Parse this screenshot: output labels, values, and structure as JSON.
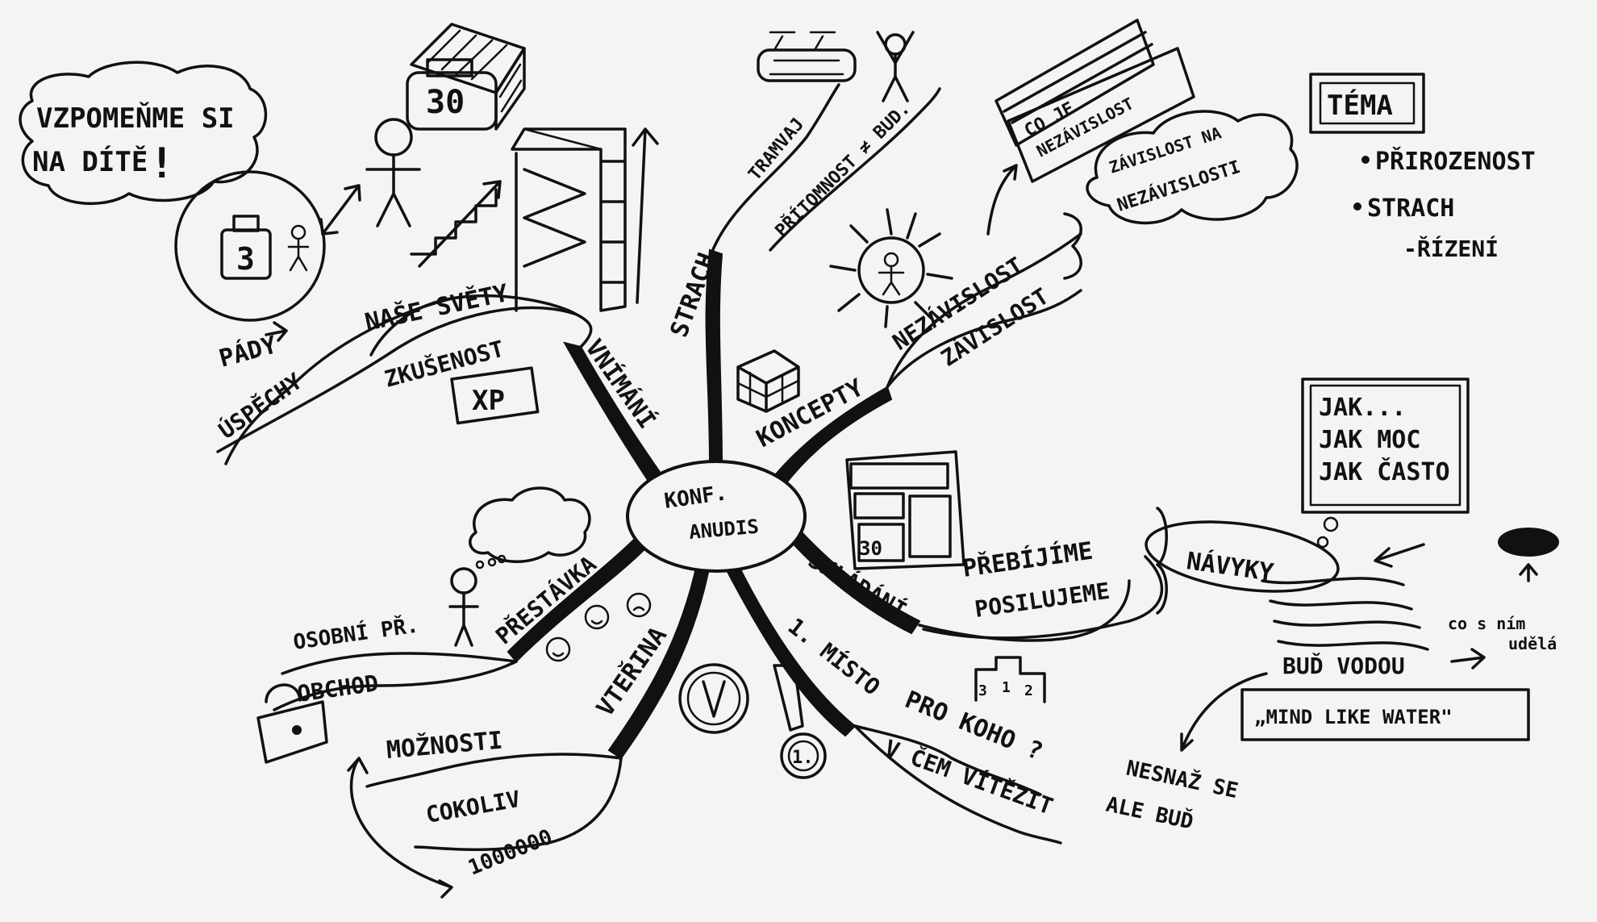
{
  "center": {
    "line1": "KONF.",
    "line2": "ANUDIS"
  },
  "top_left": {
    "bubble_line1": "VZPOMEŇME SI",
    "bubble_line2": "NA DÍTĚ",
    "bubble_mark": "!",
    "weight_small": "3",
    "weight_big": "30"
  },
  "branches": {
    "vnimani": {
      "label": "VNÍMÁNÍ",
      "nase_svety": "NAŠE SVĚTY",
      "zkusenost": "ZKUŠENOST",
      "xp": "XP",
      "pady": "PÁDY",
      "uspechy": "ÚSPĚCHY"
    },
    "strach": {
      "label": "STRACH",
      "tramvaj": "TRAMVAJ",
      "pritomnost": "PŘÍTOMNOST ≠ BUD.",
      "koncepty": "KONCEPTY",
      "nezavislost": "NEZÁVISLOST",
      "zavislost": "ZÁVISLOST",
      "co_je": "CO JE",
      "co_je_2": "NEZÁVISLOST",
      "cloud_line1": "ZÁVISLOST NA",
      "cloud_line2": "NEZÁVISLOSTI"
    },
    "tema": {
      "title": "TÉMA",
      "items": [
        "PŘIROZENOST",
        "STRACH",
        "-ŘÍZENÍ"
      ]
    },
    "skladani": {
      "label": "SKLÁDÁNÍ",
      "prebijime": "PŘEBÍJÍME",
      "posilujeme": "POSILUJEME",
      "navyky": "NÁVYKY",
      "screen_line1": "JAK...",
      "screen_line2": "JAK MOC",
      "screen_line3": "JAK ČASTO",
      "bud_vodou": "BUĎ VODOU",
      "mind": "„MIND LIKE WATER\"",
      "co_s_nim": "co s ním",
      "udela": "udělá",
      "nesnaz_line1": "NESNAŽ SE",
      "nesnaz_line2": "ALE BUĎ"
    },
    "misto": {
      "label": "1. MÍSTO",
      "pro_koho": "PRO KOHO ?",
      "v_cem": "V ČEM VÍTĚZIT",
      "medal": "1.",
      "podium": [
        "3",
        "1",
        "2"
      ]
    },
    "vterina": {
      "label": "VTEŘINA",
      "moznosti": "MOŽNOSTI",
      "cokoliv": "COKOLIV",
      "count": "1000000"
    },
    "prestavka": {
      "label": "PŘESTÁVKA",
      "osobni": "OSOBNÍ PŘ.",
      "obchod": "OBCHOD"
    }
  }
}
